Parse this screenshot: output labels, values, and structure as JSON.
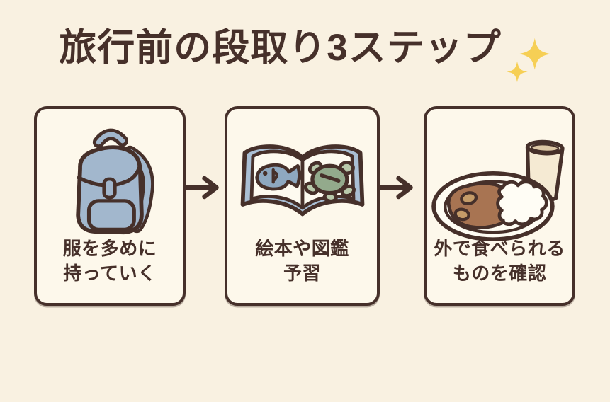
{
  "title": {
    "text": "旅行前の段取り3ステップ",
    "sparkle_icon": "sparkles"
  },
  "steps": [
    {
      "icon": "backpack",
      "caption_line1": "服を多めに",
      "caption_line2": "持っていく"
    },
    {
      "icon": "open-picture-book-with-fish-and-turtle",
      "caption_line1": "絵本や図鑑",
      "caption_line2": "予習"
    },
    {
      "icon": "curry-rice-plate-with-drink",
      "caption_line1": "外で食べられる",
      "caption_line2": "ものを確認"
    }
  ],
  "connectors": [
    "right-arrow",
    "right-arrow"
  ],
  "colors": {
    "page_background": "#f9f1e1",
    "card_background": "#fdf8eb",
    "outline_brown": "#46302a",
    "illustration_blue": "#a2b7cd",
    "cover_blue": "#aabfd4",
    "fish_blue": "#8ea8c0",
    "illustration_green": "#93aa8c",
    "illustration_green_light": "#b9c9ab",
    "sparkle_yellow": "#f6cf55",
    "curry_brown": "#a87452",
    "curry_chunk": "#c49b68",
    "rice_white": "#fffdf5",
    "cup_cream": "#f5ead3",
    "cup_liquid": "#dcc6a4",
    "plate_white": "#fefcf3"
  }
}
